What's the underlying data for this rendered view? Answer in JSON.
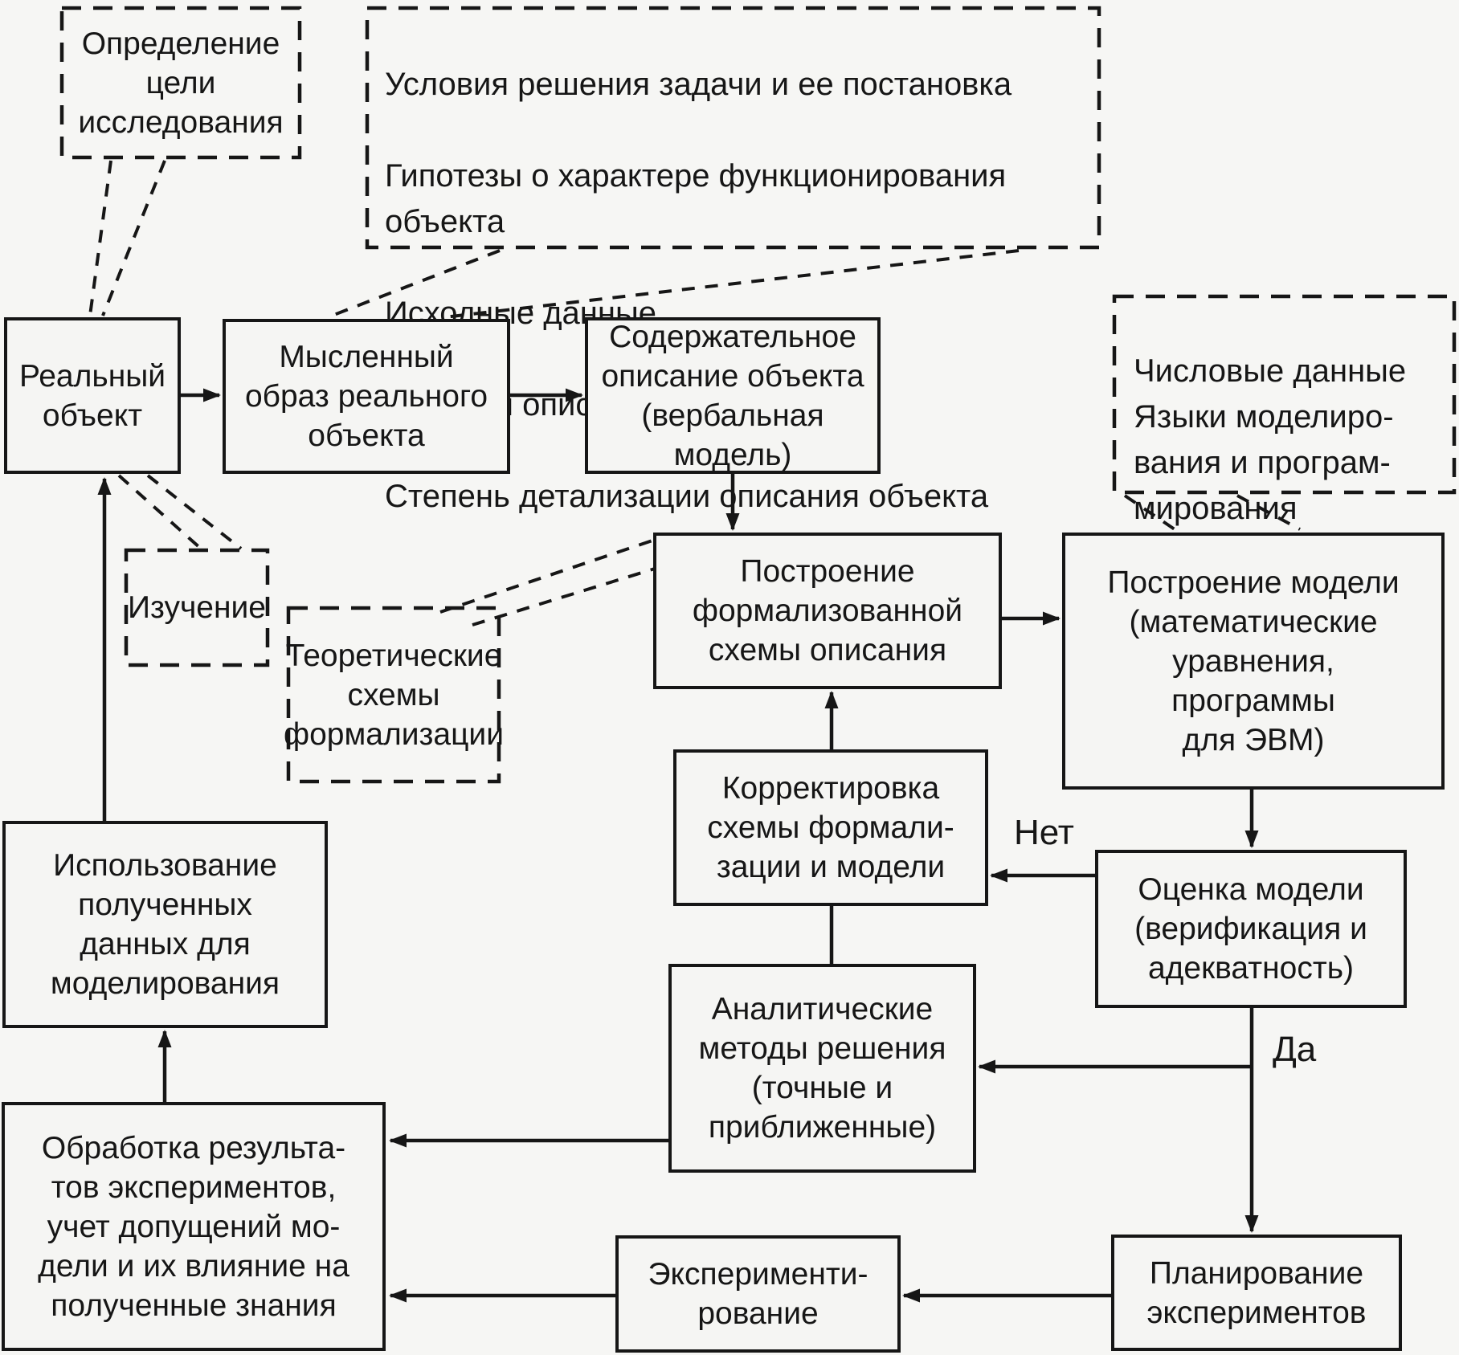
{
  "notes": {
    "goal": {
      "label": "Определение\nцели\nисследования"
    },
    "conditions": {
      "lines": [
        "Условия решения задачи и ее постановка",
        "Гипотезы о характере функционирования объекта",
        "Исходные данные",
        "Границы описания объекта",
        "Степень детализации описания объекта"
      ]
    },
    "numeric": {
      "label": "Числовые данные\nЯзыки моделиро-\nвания и програм-\nмирования"
    },
    "study": {
      "label": "Изучение"
    },
    "theoretical": {
      "label": "Теоретические\nсхемы\nформализации"
    }
  },
  "nodes": {
    "real_object": {
      "label": "Реальный\nобъект"
    },
    "mental_image": {
      "label": "Мысленный\nобраз реального\nобъекта"
    },
    "verbal_model": {
      "label": "Содержательное\nописание объекта\n(вербальная модель)"
    },
    "formal_scheme": {
      "label": "Построение\nформализованной\nсхемы описания"
    },
    "model_build": {
      "label": "Построение модели\n(математические\nуравнения,\nпрограммы\nдля ЭВМ)"
    },
    "correction": {
      "label": "Корректировка\nсхемы формали-\nзации и модели"
    },
    "evaluation": {
      "label": "Оценка модели\n(верификация и\nадекватность)"
    },
    "usage": {
      "label": "Использование\nполученных\nданных для\nмоделирования"
    },
    "analytical": {
      "label": "Аналитические\nметоды решения\n(точные и\nприближенные)"
    },
    "processing": {
      "label": "Обработка результа-\nтов экспериментов,\nучет допущений мо-\nдели и их влияние на\nполученные знания"
    },
    "experimentation": {
      "label": "Эксперименти-\nрование"
    },
    "planning": {
      "label": "Планирование\nэкспериментов"
    }
  },
  "decisions": {
    "no": "Нет",
    "yes": "Да"
  },
  "colors": {
    "ink": "#161616",
    "background": "#f6f6f4",
    "box_fill": "#f5f5f3"
  }
}
